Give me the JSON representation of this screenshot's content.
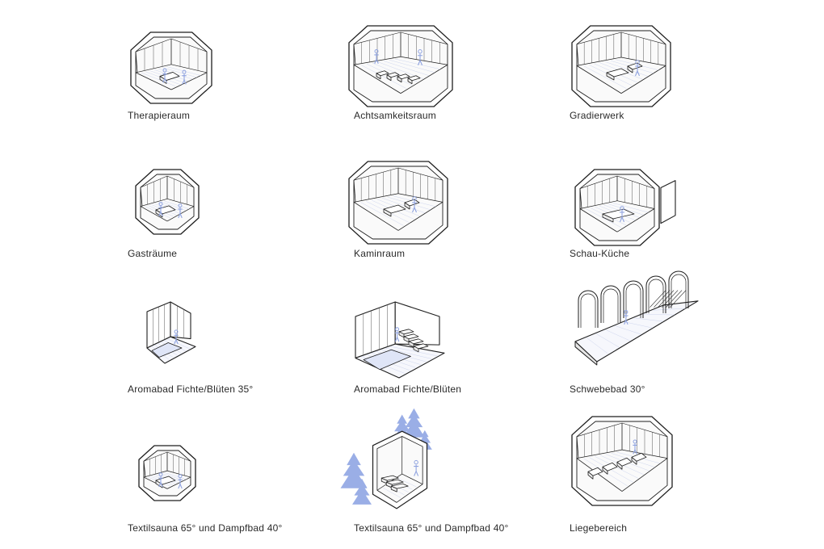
{
  "colors": {
    "line": "#1e1e1e",
    "figure": "#8fa3e0",
    "tree": "#9aaee6",
    "floor_hatch": "#cfd6ee",
    "wall_fill": "#ffffff"
  },
  "rooms": [
    {
      "label": "Therapieraum",
      "shape": "hex-small",
      "icon": "therapy-room-axonometric-icon"
    },
    {
      "label": "Achtsamkeitsraum",
      "shape": "wide-box",
      "icon": "mindfulness-room-axonometric-icon"
    },
    {
      "label": "Gradierwerk",
      "shape": "box",
      "icon": "graduation-tower-axonometric-icon"
    },
    {
      "label": "Gasträume",
      "shape": "hex-small",
      "icon": "guest-rooms-axonometric-icon"
    },
    {
      "label": "Kaminraum",
      "shape": "box",
      "icon": "fireplace-room-axonometric-icon"
    },
    {
      "label": "Schau-Küche",
      "shape": "box-step",
      "icon": "show-kitchen-axonometric-icon"
    },
    {
      "label": "Aromabad Fichte/Blüten 35°",
      "shape": "l-open",
      "icon": "aroma-bath-35-axonometric-icon"
    },
    {
      "label": "Aromabad Fichte/Blüten",
      "shape": "l-open-stairs",
      "icon": "aroma-bath-axonometric-icon"
    },
    {
      "label": "Schwebebad 30°",
      "shape": "arches",
      "icon": "floating-bath-axonometric-icon"
    },
    {
      "label": "Textilsauna 65° und Dampfbad 40°",
      "shape": "hex-small",
      "icon": "textile-sauna-axonometric-icon"
    },
    {
      "label": "Textilsauna 65° und Dampfbad 40°",
      "shape": "trees",
      "icon": "textile-sauna-trees-axonometric-icon"
    },
    {
      "label": "Liegebereich",
      "shape": "wide-box-loungers",
      "icon": "lounge-area-axonometric-icon"
    }
  ]
}
